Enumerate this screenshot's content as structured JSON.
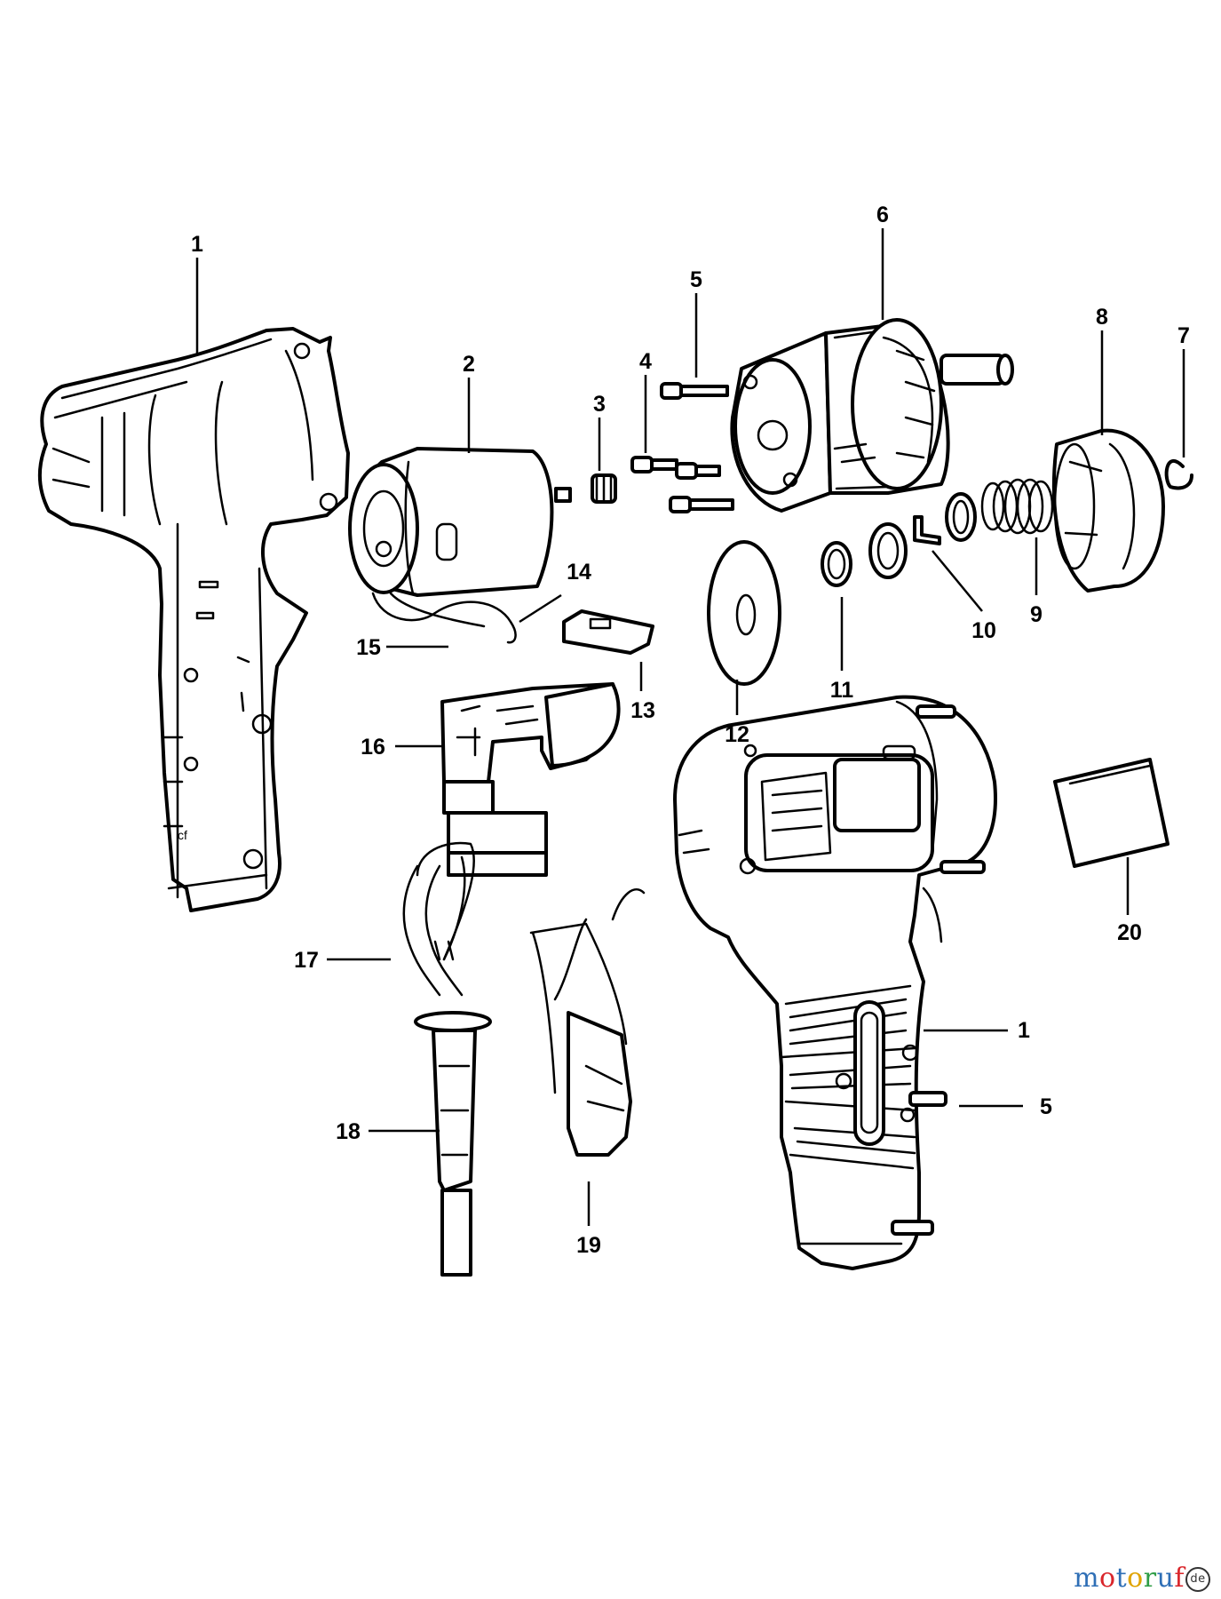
{
  "parts": [
    {
      "number": "1"
    },
    {
      "number": "2"
    },
    {
      "number": "3"
    },
    {
      "number": "4"
    },
    {
      "number": "5"
    },
    {
      "number": "6"
    },
    {
      "number": "7"
    },
    {
      "number": "8"
    },
    {
      "number": "9"
    },
    {
      "number": "10"
    },
    {
      "number": "11"
    },
    {
      "number": "12"
    },
    {
      "number": "13"
    },
    {
      "number": "14"
    },
    {
      "number": "15"
    },
    {
      "number": "16"
    },
    {
      "number": "17"
    },
    {
      "number": "18"
    },
    {
      "number": "19"
    },
    {
      "number": "20"
    },
    {
      "number": "1"
    },
    {
      "number": "5"
    }
  ],
  "watermark": {
    "letters": [
      "m",
      "o",
      "t",
      "o",
      "r",
      "u",
      "f"
    ],
    "colors": [
      "#2f6fb6",
      "#d9262b",
      "#2f6fb6",
      "#e0a300",
      "#2f9d46",
      "#2f6fb6",
      "#d9262b"
    ],
    "badge": "de"
  }
}
